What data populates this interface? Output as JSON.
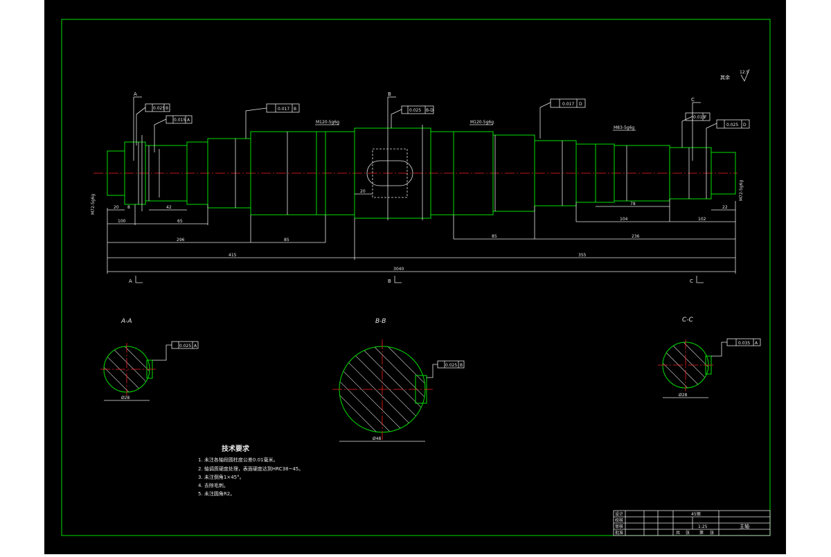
{
  "drawing": {
    "surface_finish_note": "其余",
    "surface_finish_value": "12.5",
    "section_markers": [
      "A",
      "B",
      "C"
    ],
    "section_views": [
      {
        "title": "A-A",
        "diameter": "Ø28",
        "tolerance": "0.025",
        "datum": "A"
      },
      {
        "title": "B-B",
        "diameter": "Ø48",
        "tolerance": "0.025",
        "datum": "B"
      },
      {
        "title": "C-C",
        "diameter": "Ø28",
        "tolerance": "0.035",
        "datum": "A"
      }
    ],
    "thread_labels": [
      "M72-5g6g",
      "M120-5g6g",
      "M120-5g6g",
      "M83-5g6g",
      "M72-5g6g"
    ],
    "dimensions": {
      "overall": "3040",
      "left_half": "415",
      "right_half": "355",
      "left_long": "296",
      "left_mid": "85",
      "right_mid": "85",
      "right_long": "236",
      "left_small": [
        "20",
        "8",
        "100",
        "65",
        "42"
      ],
      "right_small": [
        "104",
        "78",
        "102",
        "22"
      ],
      "keyway": "20"
    },
    "tolerance_frames": [
      {
        "value": "0.025",
        "datum": "B"
      },
      {
        "value": "0.015",
        "datum": "A"
      },
      {
        "value": "0.017",
        "datum": "B"
      },
      {
        "value": "0.025",
        "datum": "B-D"
      },
      {
        "value": "0.017",
        "datum": "D"
      },
      {
        "value": "0.015",
        "datum": "F"
      },
      {
        "value": "0.025",
        "datum": "D"
      }
    ],
    "tech_requirements": {
      "title": "技术要求",
      "items": [
        "1. 未注各轴段圆柱度公差0.01毫米。",
        "2. 轴调质硬度处理，表面硬度达到HRC38~45。",
        "3. 未注倒角1×45°。",
        "4. 去除毛刺。",
        "5. 未注圆角R2。"
      ]
    },
    "title_block": {
      "part_name": "主轴",
      "material": "45钢",
      "scale": "1:25",
      "rows": [
        "设计",
        "校核",
        "审核",
        "批准"
      ],
      "bottom_labels": [
        "共",
        "张",
        "第",
        "张"
      ]
    }
  }
}
